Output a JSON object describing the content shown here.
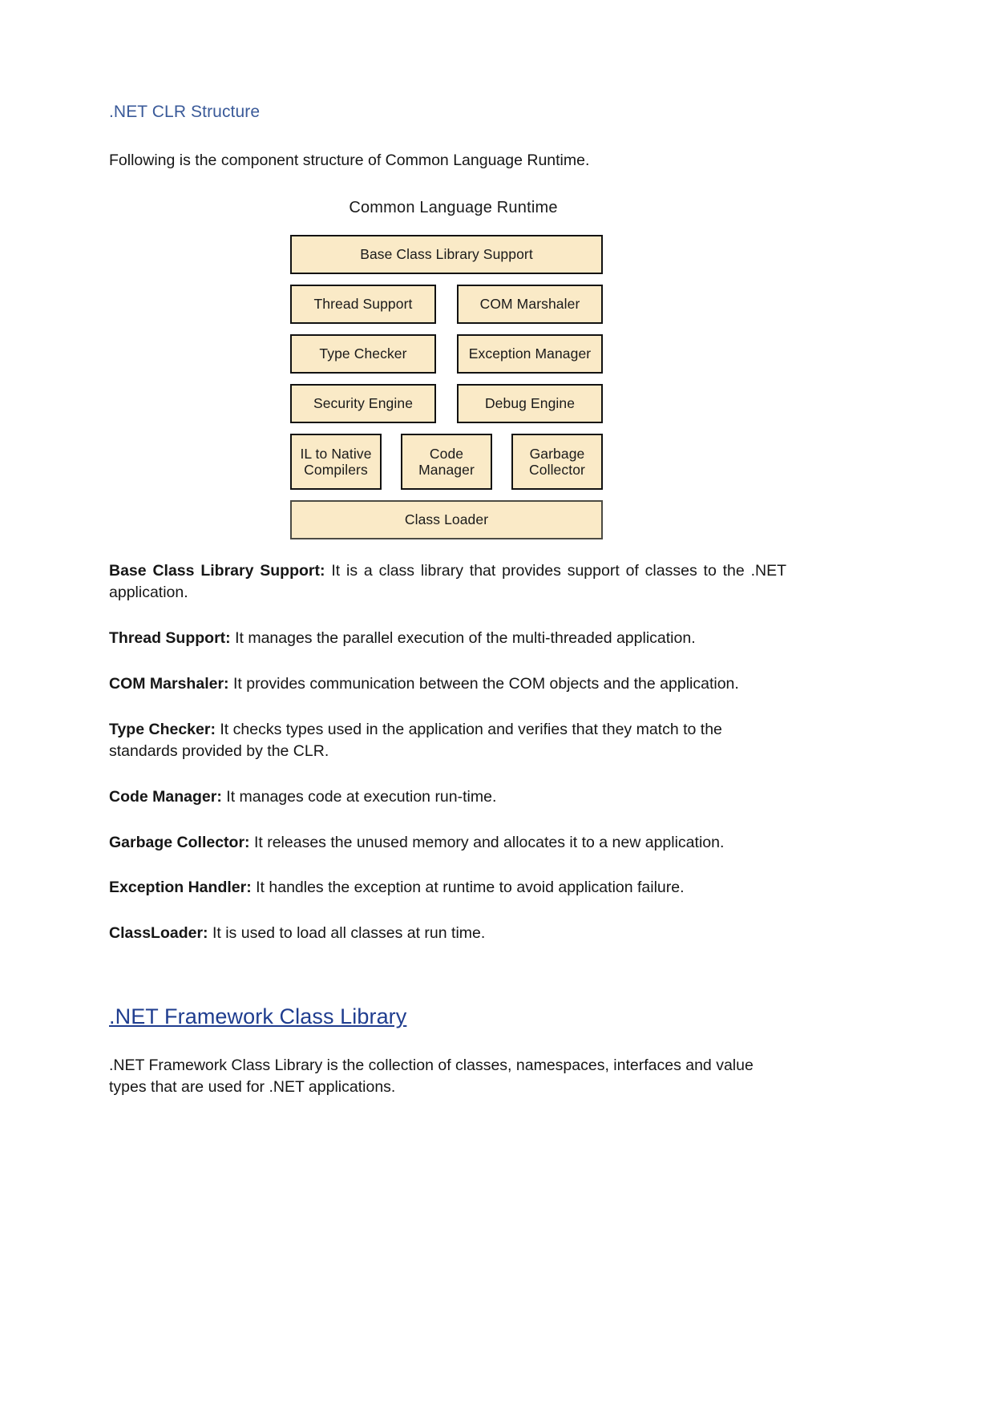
{
  "document": {
    "section_heading": ".NET CLR Structure",
    "intro": "Following is the component structure of Common Language Runtime.",
    "subsection_heading": ".NET Framework Class Library",
    "closing_paragraph": ".NET Framework Class Library is the collection of classes, namespaces, interfaces and value types that are used for .NET applications."
  },
  "diagram": {
    "title": "Common Language Runtime",
    "box_fill_color": "#faeac7",
    "box_border_color": "#121212",
    "rows": [
      {
        "boxes": [
          "Base Class Library Support"
        ]
      },
      {
        "boxes": [
          "Thread Support",
          "COM Marshaler"
        ]
      },
      {
        "boxes": [
          "Type Checker",
          "Exception Manager"
        ]
      },
      {
        "boxes": [
          "Security Engine",
          "Debug Engine"
        ]
      },
      {
        "boxes": [
          "IL to Native Compilers",
          "Code Manager",
          "Garbage Collector"
        ]
      },
      {
        "boxes": [
          "Class Loader"
        ]
      }
    ],
    "labels": {
      "base_class_library_support": "Base Class Library Support",
      "thread_support": "Thread Support",
      "com_marshaler": "COM Marshaler",
      "type_checker": "Type Checker",
      "exception_manager": "Exception Manager",
      "security_engine": "Security Engine",
      "debug_engine": "Debug Engine",
      "il_to_native_compilers_line1": "IL to Native",
      "il_to_native_compilers_line2": "Compilers",
      "code_manager_line1": "Code",
      "code_manager_line2": "Manager",
      "garbage_collector_line1": "Garbage",
      "garbage_collector_line2": "Collector",
      "class_loader": "Class Loader"
    }
  },
  "definitions": [
    {
      "term": "Base Class Library Support:",
      "description": " It is a class library that provides support of classes to the .NET application."
    },
    {
      "term": "Thread Support:",
      "description": " It manages the parallel execution of the multi-threaded application."
    },
    {
      "term": "COM Marshaler:",
      "description": " It provides communication between the COM objects and the application."
    },
    {
      "term": "Type Checker:",
      "description": " It checks types used in the application and verifies that they match to the standards provided by the CLR."
    },
    {
      "term": "Code Manager:",
      "description": " It manages code at execution run-time."
    },
    {
      "term": "Garbage Collector:",
      "description": " It releases the unused memory and allocates it to a new application."
    },
    {
      "term": "Exception Handler:",
      "description": " It handles the exception at runtime to avoid application failure."
    },
    {
      "term": "ClassLoader:",
      "description": " It is used to load all classes at run time."
    }
  ],
  "colors": {
    "heading_blue": "#3a5a99",
    "link_blue": "#1f3d8f",
    "body_text": "#161616",
    "page_background": "#ffffff"
  }
}
